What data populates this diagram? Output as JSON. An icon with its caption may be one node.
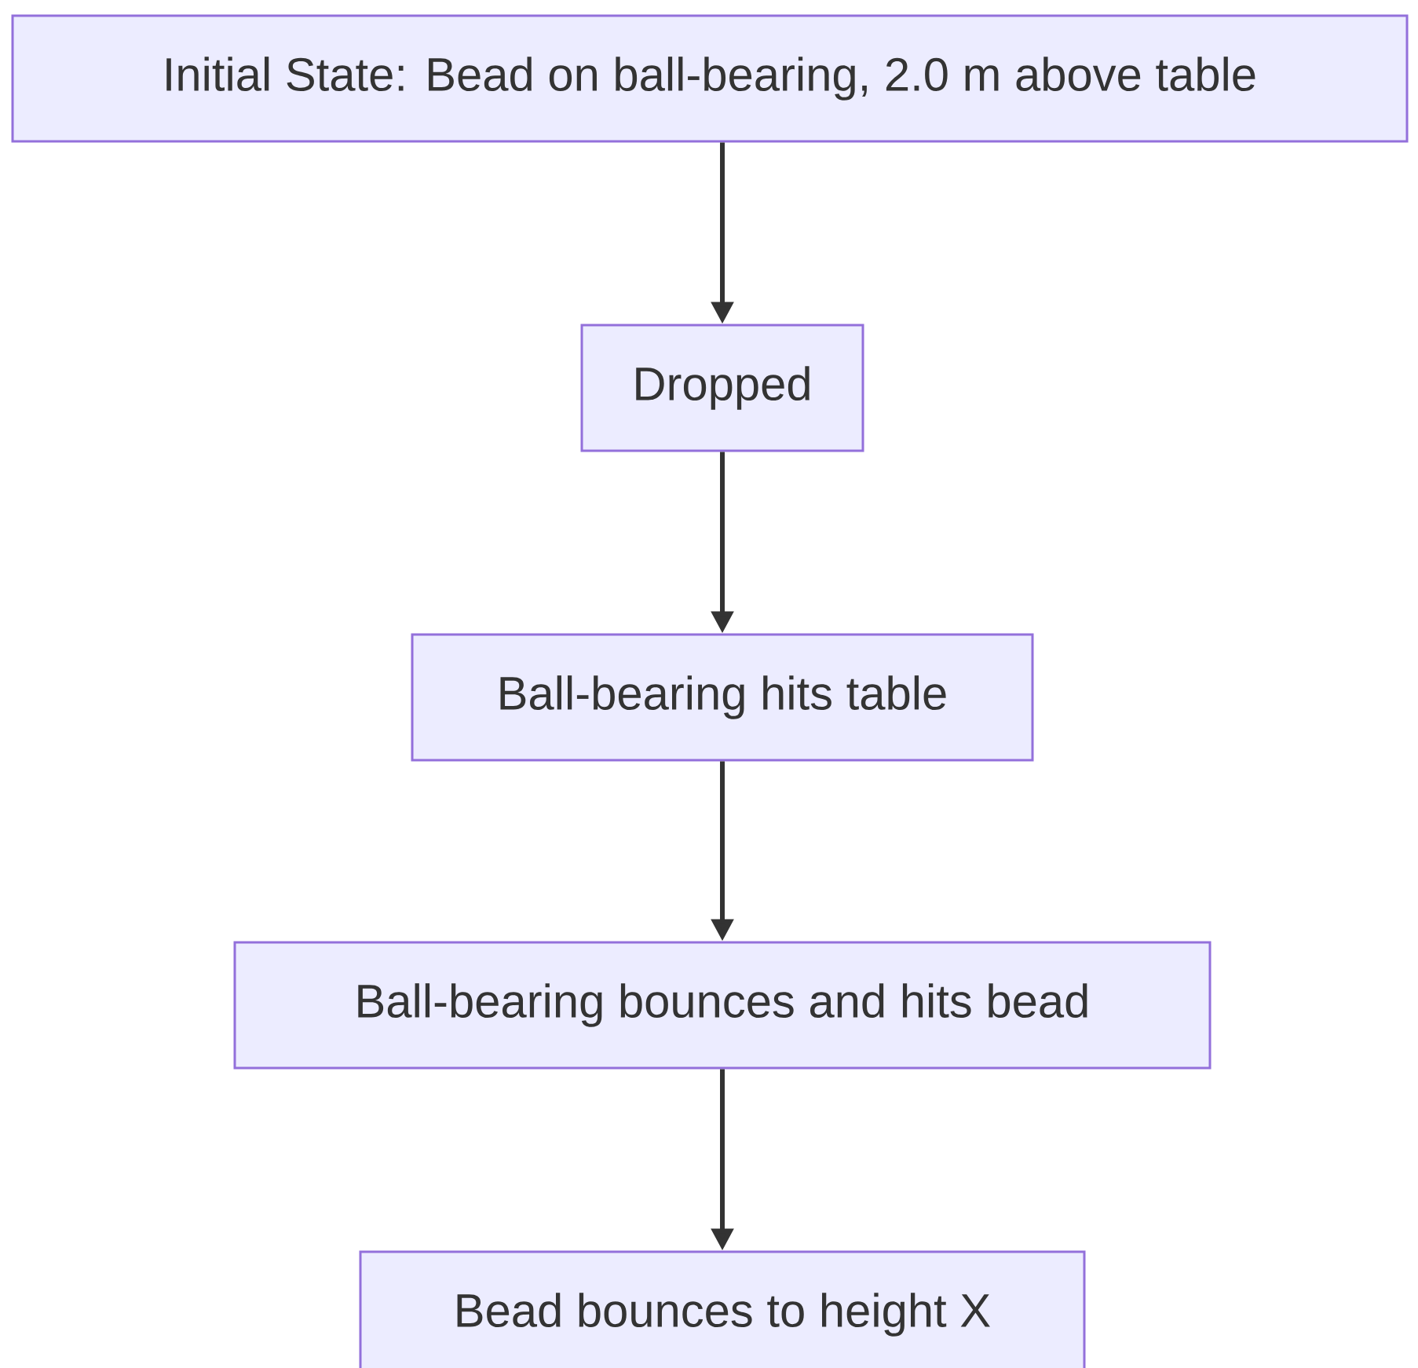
{
  "diagram": {
    "nodes": [
      {
        "text": [
          "Initial State: Bead on ball-bearing, 2.0 m above table"
        ]
      },
      {
        "text": [
          "Dropped"
        ]
      },
      {
        "text": [
          "Ball-bearing hits table"
        ]
      },
      {
        "text": [
          "Ball-bearing bounces and hits bead"
        ]
      },
      {
        "text": [
          "Bead bounces to height X"
        ]
      }
    ],
    "edges": [
      {
        "from": 0,
        "to": 1,
        "arrow": "to"
      },
      {
        "from": 1,
        "to": 2,
        "arrow": "to"
      },
      {
        "from": 2,
        "to": 3,
        "arrow": "to"
      },
      {
        "from": 3,
        "to": 4,
        "arrow": "to"
      }
    ]
  }
}
